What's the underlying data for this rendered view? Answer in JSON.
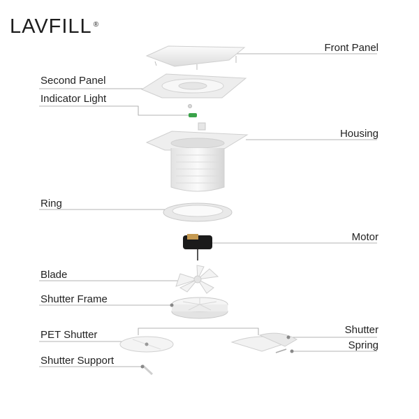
{
  "brand": {
    "name": "LAVFILL",
    "registered": "®"
  },
  "labels": {
    "front_panel": "Front Panel",
    "second_panel": "Second Panel",
    "indicator_light": "Indicator Light",
    "housing": "Housing",
    "ring": "Ring",
    "motor": "Motor",
    "blade": "Blade",
    "shutter_frame": "Shutter Frame",
    "pet_shutter": "PET Shutter",
    "shutter": "Shutter",
    "spring": "Spring",
    "shutter_support": "Shutter Support"
  },
  "colors": {
    "line": "#9a9a9a",
    "part_fill": "#f2f2f2",
    "part_edge": "#c8c8c8",
    "motor": "#1b1b1b",
    "indicator": "#3aa34a"
  }
}
